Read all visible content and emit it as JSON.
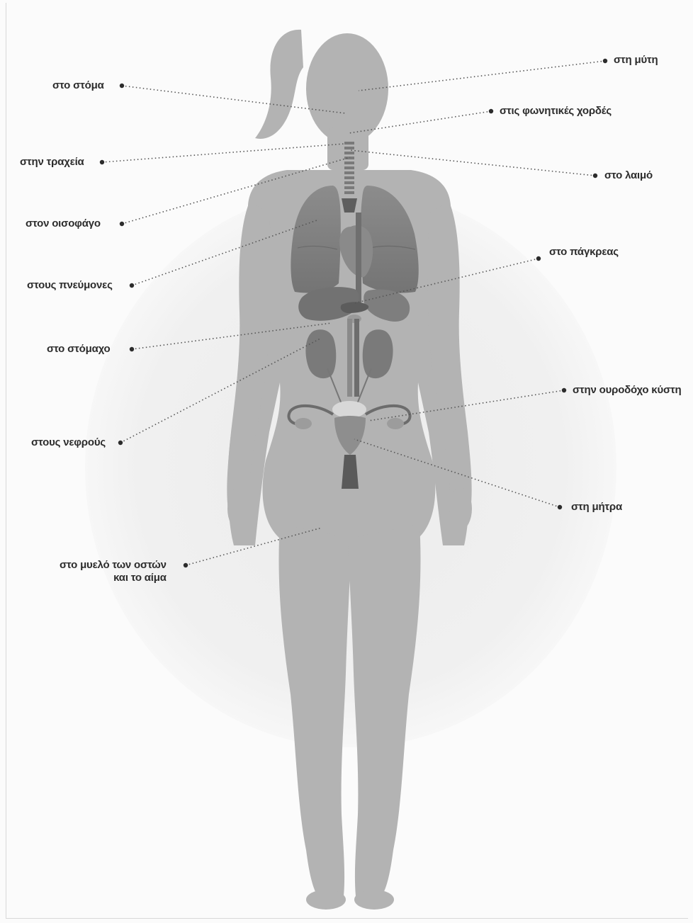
{
  "labels": {
    "mouth": "στο στόμα",
    "nose": "στη μύτη",
    "vocal_cords": "στις φωνητικές χορδές",
    "trachea": "στην τραχεία",
    "throat": "στο λαιμό",
    "esophagus": "στον οισοφάγο",
    "lungs": "στους πνεύμονες",
    "pancreas": "στο πάγκρεας",
    "stomach": "στο στόμαχο",
    "kidneys": "στους νεφρούς",
    "bladder": "στην ουροδόχο κύστη",
    "uterus": "στη μήτρα",
    "bone_marrow_line1": "στο μυελό των οστών",
    "bone_marrow_line2": "και το αίμα"
  },
  "colors": {
    "silhouette": "#b3b3b3",
    "halo": "#efefef",
    "organs": "#7d7d7d",
    "text": "#2c2c2c",
    "leader": "#555555"
  }
}
